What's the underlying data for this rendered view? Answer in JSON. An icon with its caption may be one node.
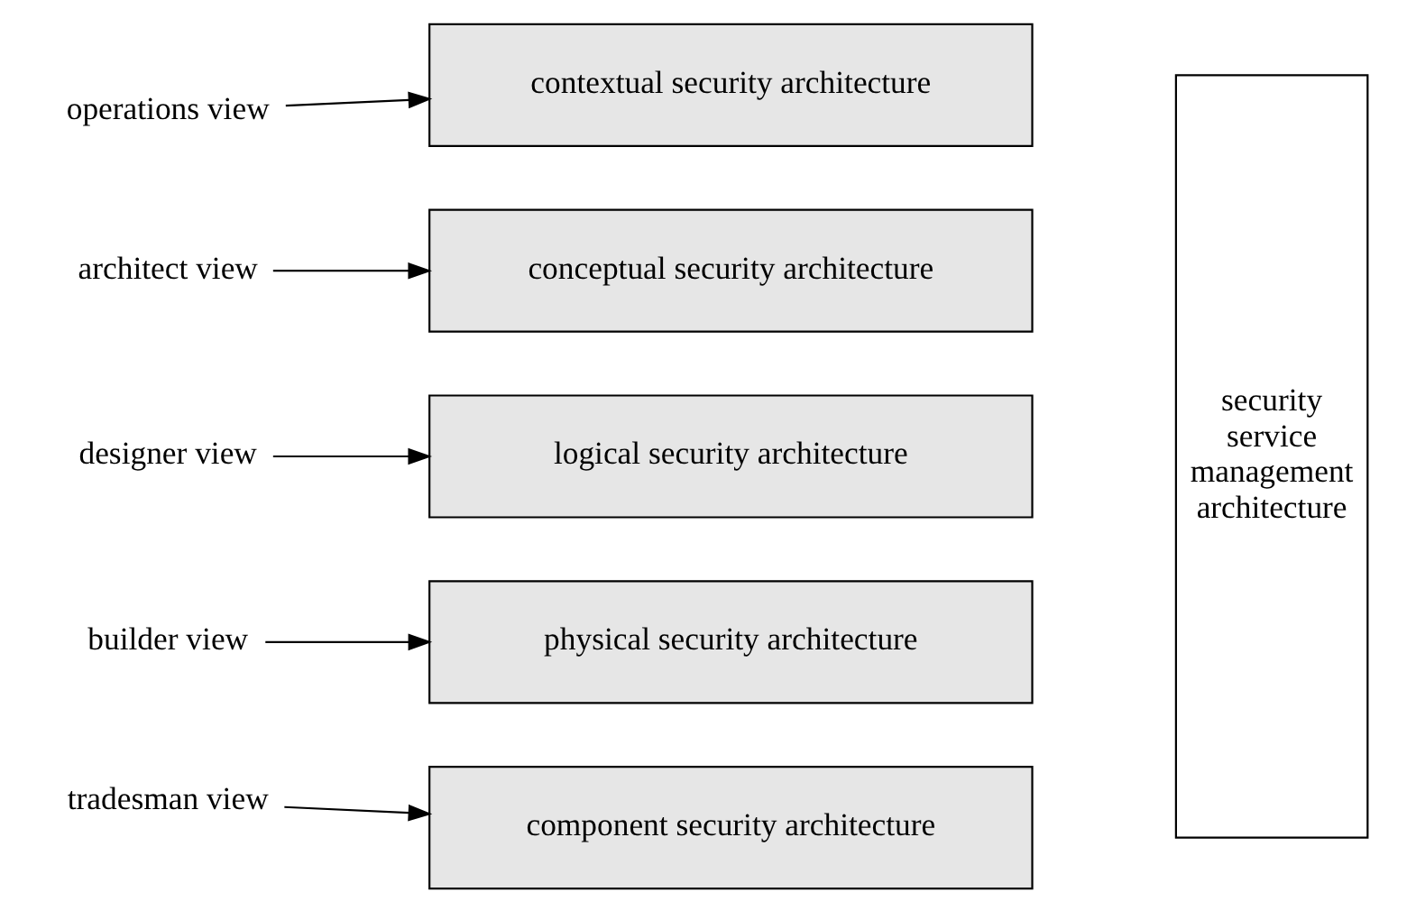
{
  "diagram": {
    "nodes": [
      {
        "text": [
          "operations view"
        ]
      },
      {
        "text": [
          "contextual security architecture"
        ]
      },
      {
        "text": [
          "architect view"
        ]
      },
      {
        "text": [
          "conceptual security architecture"
        ]
      },
      {
        "text": [
          "designer view"
        ]
      },
      {
        "text": [
          "logical security architecture"
        ]
      },
      {
        "text": [
          "builder view"
        ]
      },
      {
        "text": [
          "physical security architecture"
        ]
      },
      {
        "text": [
          "tradesman view"
        ]
      },
      {
        "text": [
          "component security architecture"
        ]
      },
      {
        "text": [
          "security service management architecture"
        ]
      }
    ],
    "edges": [
      {
        "from": 0,
        "to": 1,
        "arrow": "to"
      },
      {
        "from": 2,
        "to": 3,
        "arrow": "to"
      },
      {
        "from": 4,
        "to": 5,
        "arrow": "to"
      },
      {
        "from": 6,
        "to": 7,
        "arrow": "to"
      },
      {
        "from": 8,
        "to": 9,
        "arrow": "to"
      }
    ]
  }
}
